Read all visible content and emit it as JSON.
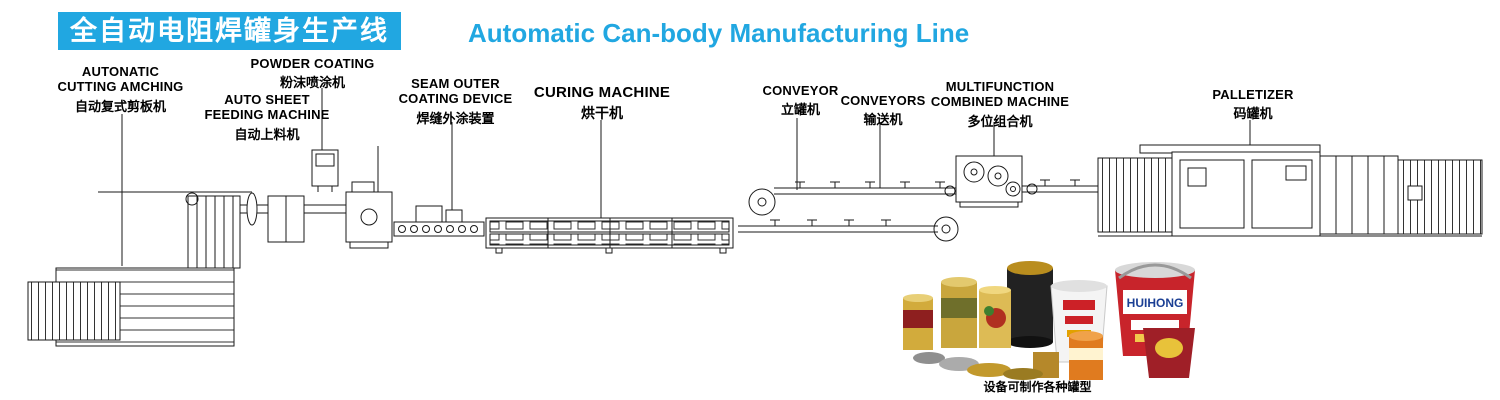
{
  "header": {
    "title_cn": "全自动电阻焊罐身生产线",
    "title_en": "Automatic Can-body Manufacturing Line"
  },
  "labels": [
    {
      "en": "AUTONATIC\nCUTTING AMCHING",
      "cn": "自动复式剪板机"
    },
    {
      "en": "POWDER COATING",
      "cn": "粉沫喷涂机"
    },
    {
      "en": "AUTO SHEET\nFEEDING MACHINE",
      "cn": "自动上料机"
    },
    {
      "en": "SEAM OUTER\nCOATING DEVICE",
      "cn": "焊缝外涂装置"
    },
    {
      "en": "CURING MACHINE",
      "cn": "烘干机"
    },
    {
      "en": "CONVEYOR",
      "cn": "立罐机"
    },
    {
      "en": "CONVEYORS",
      "cn": "输送机"
    },
    {
      "en": "MULTIFUNCTION\nCOMBINED MACHINE",
      "cn": "多位组合机"
    },
    {
      "en": "PALLETIZER",
      "cn": "码罐机"
    }
  ],
  "photo": {
    "brand": "HUIHONG",
    "caption": "设备可制作各种罐型"
  },
  "colors": {
    "accent": "#21a7e1",
    "line": "#1a1a1a"
  }
}
